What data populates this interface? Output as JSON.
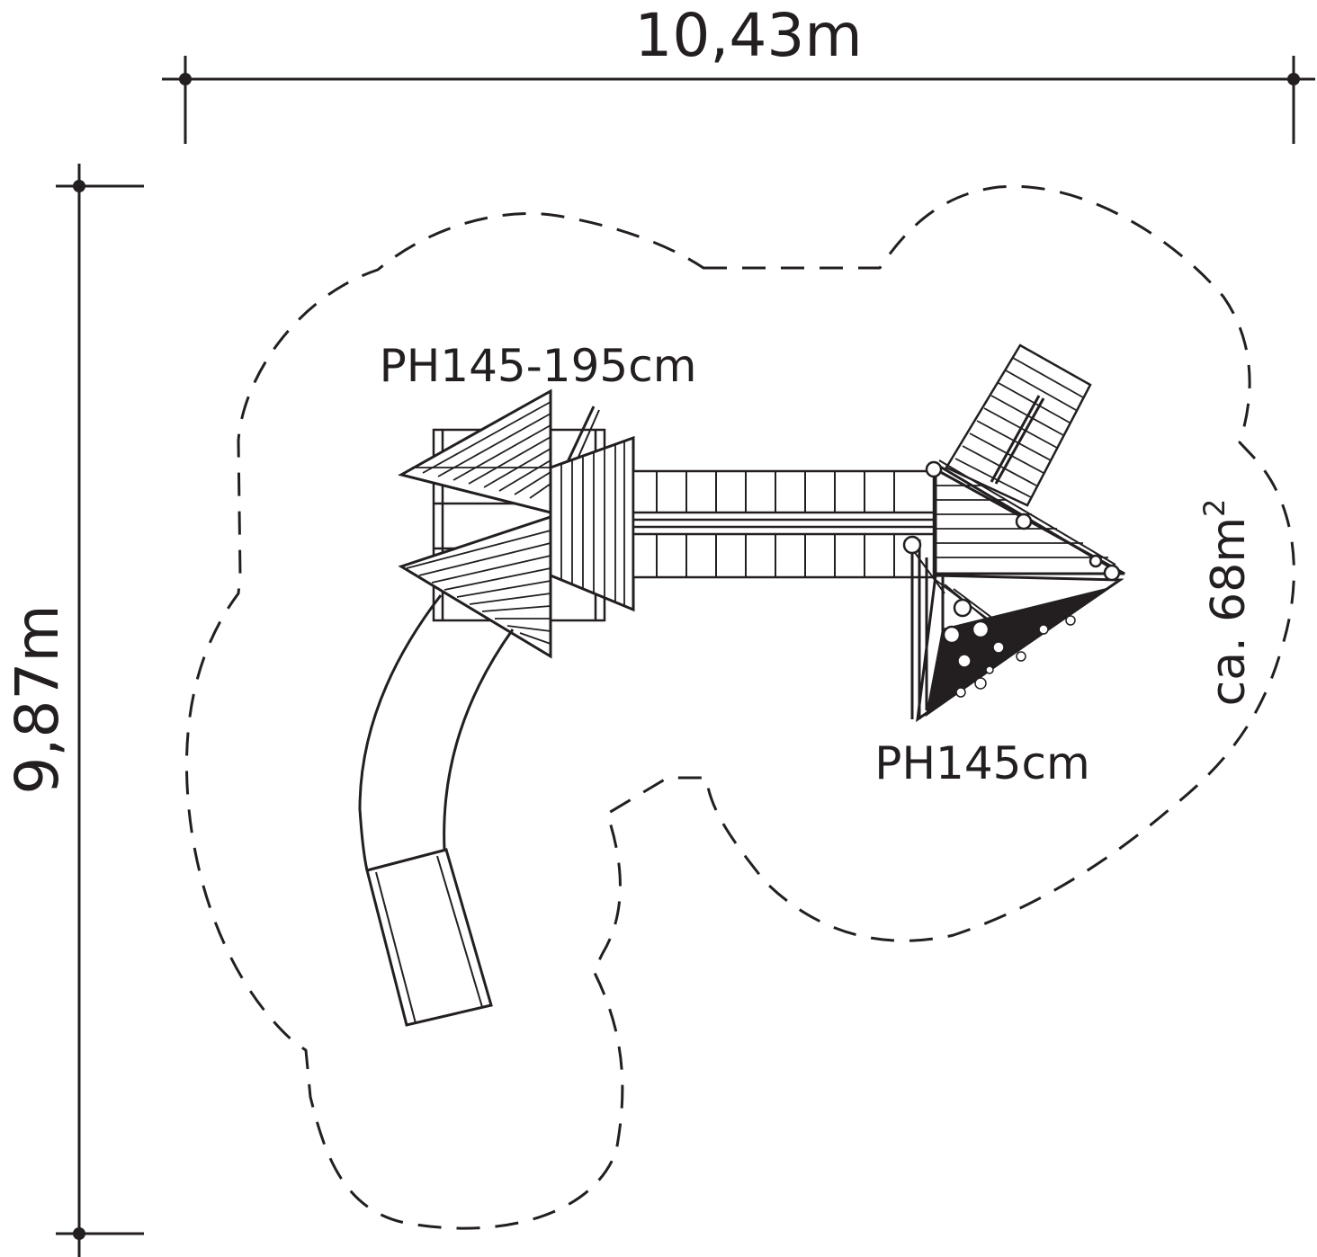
{
  "dimensions": {
    "width_label": "10,43m",
    "height_label": "9,87m"
  },
  "labels": {
    "tower_left": "PH145-195cm",
    "tower_right": "PH145cm",
    "area_prefix": "ca. 68m",
    "area_superscript": "2"
  },
  "colors": {
    "line": "#231f20",
    "background": "#ffffff"
  }
}
